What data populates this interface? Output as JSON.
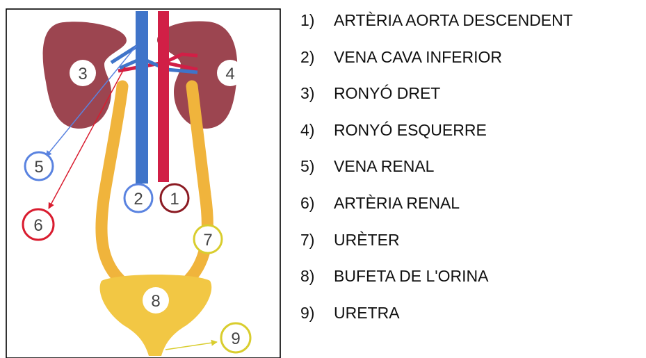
{
  "colors": {
    "artery": "#d11f46",
    "vein": "#3f74c9",
    "kidney": "#9c4550",
    "ureter": "#f0b43c",
    "bladder": "#f2c744",
    "badge_blue": "#5a83e0",
    "badge_red": "#d91c2f",
    "badge_yellow": "#d9cd2e",
    "badge_dark_red": "#8b1a22",
    "frame": "#000000"
  },
  "diagram": {
    "badges": {
      "aorta": "1",
      "vena_cava": "2",
      "kidney_right": "3",
      "kidney_left": "4",
      "renal_vein": "5",
      "renal_artery": "6",
      "ureter": "7",
      "bladder": "8",
      "urethra": "9"
    }
  },
  "legend": [
    {
      "num": "1)",
      "label": "ARTÈRIA AORTA DESCENDENT"
    },
    {
      "num": "2)",
      "label": "VENA CAVA INFERIOR"
    },
    {
      "num": "3)",
      "label": "RONYÓ DRET"
    },
    {
      "num": "4)",
      "label": "RONYÓ ESQUERRE"
    },
    {
      "num": "5)",
      "label": "VENA RENAL"
    },
    {
      "num": "6)",
      "label": "ARTÈRIA RENAL"
    },
    {
      "num": "7)",
      "label": "URÈTER"
    },
    {
      "num": "8)",
      "label": "BUFETA DE L'ORINA"
    },
    {
      "num": "9)",
      "label": "URETRA"
    }
  ]
}
